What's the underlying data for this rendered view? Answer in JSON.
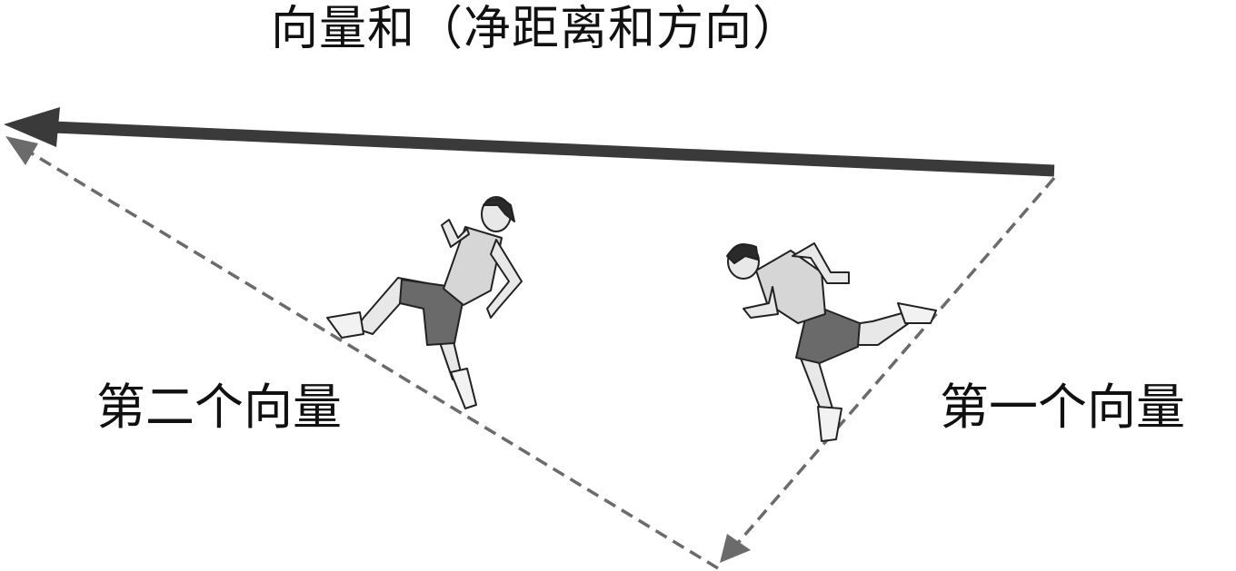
{
  "title": "向量和（净距离和方向）",
  "labels": {
    "second_vector": "第二个向量",
    "first_vector": "第一个向量"
  },
  "colors": {
    "resultant_arrow": "#3a3a3a",
    "component_arrows": "#6b6b6b",
    "text": "#111111",
    "skin": "#e8e8e8",
    "shirt": "#d6d6d6",
    "shorts": "#6a6a6a",
    "outline": "#222222"
  },
  "icons": [
    "runner-figure",
    "runner-figure"
  ]
}
